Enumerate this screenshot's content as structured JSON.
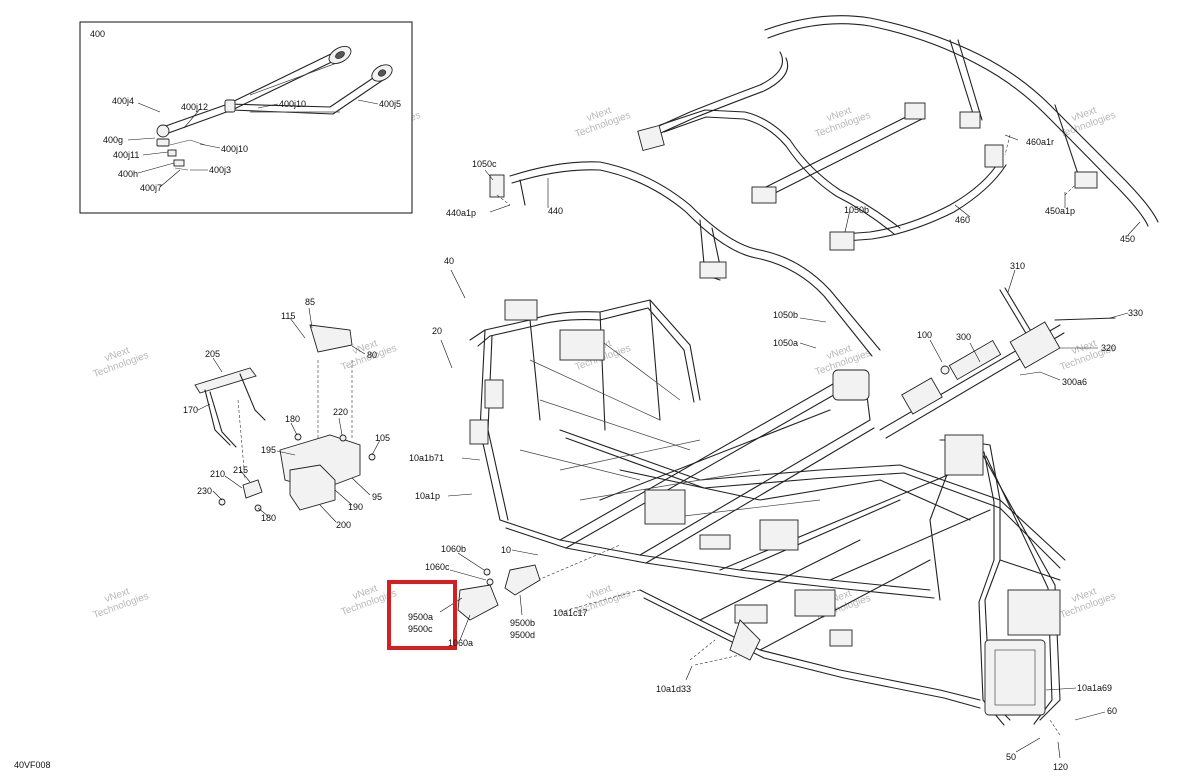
{
  "figure_code": "40VF008",
  "inset": {
    "title": "400"
  },
  "labels": [
    {
      "id": "l400j4",
      "text": "400j4"
    },
    {
      "id": "l400j12",
      "text": "400j12"
    },
    {
      "id": "l400j10a",
      "text": "400j10"
    },
    {
      "id": "l400j5",
      "text": "400j5"
    },
    {
      "id": "l400g",
      "text": "400g"
    },
    {
      "id": "l400j10b",
      "text": "400j10"
    },
    {
      "id": "l400j11",
      "text": "400j11"
    },
    {
      "id": "l400h",
      "text": "400h"
    },
    {
      "id": "l400j3",
      "text": "400j3"
    },
    {
      "id": "l400j7",
      "text": "400j7"
    },
    {
      "id": "l1050c",
      "text": "1050c"
    },
    {
      "id": "l440a1p",
      "text": "440a1p"
    },
    {
      "id": "l440",
      "text": "440"
    },
    {
      "id": "l1050b_top",
      "text": "1050b"
    },
    {
      "id": "l460",
      "text": "460"
    },
    {
      "id": "l460a1r",
      "text": "460a1r"
    },
    {
      "id": "l450a1p",
      "text": "450a1p"
    },
    {
      "id": "l450",
      "text": "450"
    },
    {
      "id": "l40",
      "text": "40"
    },
    {
      "id": "l20",
      "text": "20"
    },
    {
      "id": "l85",
      "text": "85"
    },
    {
      "id": "l115",
      "text": "115"
    },
    {
      "id": "l80",
      "text": "80"
    },
    {
      "id": "l205",
      "text": "205"
    },
    {
      "id": "l170",
      "text": "170"
    },
    {
      "id": "l180a",
      "text": "180"
    },
    {
      "id": "l220",
      "text": "220"
    },
    {
      "id": "l195",
      "text": "195"
    },
    {
      "id": "l105",
      "text": "105"
    },
    {
      "id": "l210",
      "text": "210"
    },
    {
      "id": "l215",
      "text": "215"
    },
    {
      "id": "l230",
      "text": "230"
    },
    {
      "id": "l95",
      "text": "95"
    },
    {
      "id": "l190",
      "text": "190"
    },
    {
      "id": "l180b",
      "text": "180"
    },
    {
      "id": "l200",
      "text": "200"
    },
    {
      "id": "l10a1b71",
      "text": "10a1b71"
    },
    {
      "id": "l10a1p",
      "text": "10a1p"
    },
    {
      "id": "l1050b_mid",
      "text": "1050b"
    },
    {
      "id": "l1050a",
      "text": "1050a"
    },
    {
      "id": "l310",
      "text": "310"
    },
    {
      "id": "l330",
      "text": "330"
    },
    {
      "id": "l100",
      "text": "100"
    },
    {
      "id": "l300",
      "text": "300"
    },
    {
      "id": "l320",
      "text": "320"
    },
    {
      "id": "l300a6",
      "text": "300a6"
    },
    {
      "id": "l1060b",
      "text": "1060b"
    },
    {
      "id": "l10",
      "text": "10"
    },
    {
      "id": "l1060c",
      "text": "1060c"
    },
    {
      "id": "l9500a",
      "text": "9500a"
    },
    {
      "id": "l9500c",
      "text": "9500c"
    },
    {
      "id": "l9500b",
      "text": "9500b"
    },
    {
      "id": "l9500d",
      "text": "9500d"
    },
    {
      "id": "l1060a",
      "text": "1060a"
    },
    {
      "id": "l10a1c17",
      "text": "10a1c17"
    },
    {
      "id": "l10a1d33",
      "text": "10a1d33"
    },
    {
      "id": "l10a1a69",
      "text": "10a1a69"
    },
    {
      "id": "l60",
      "text": "60"
    },
    {
      "id": "l50",
      "text": "50"
    },
    {
      "id": "l120",
      "text": "120"
    }
  ],
  "watermark": {
    "line1": "vNext",
    "line2": "Technologies"
  },
  "highlight_color": "#d42020"
}
